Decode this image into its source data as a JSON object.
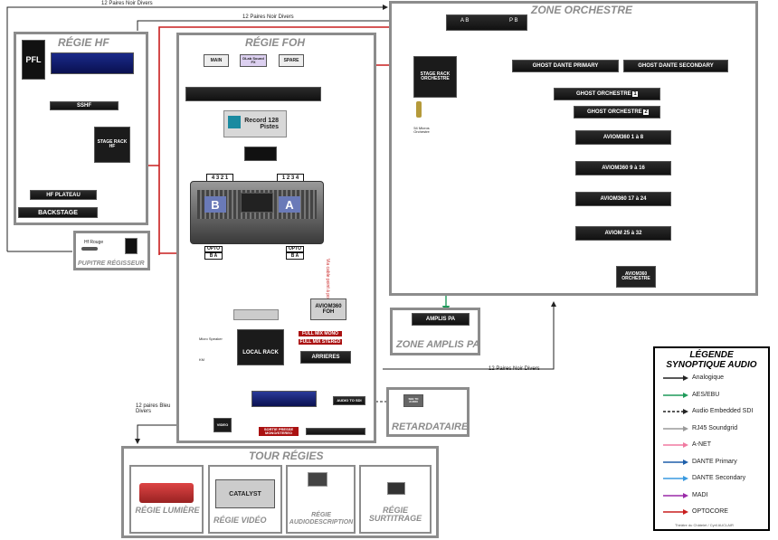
{
  "wires": {
    "top_divers": "12 Paires Noir Divers",
    "top_divers_2": "12 Paires Noir Divers",
    "right_divers": "12 Paires Noir Divers",
    "left_bleu": "12 paires Bleu Divers"
  },
  "regie_hf": {
    "title": "RÉGIE HF",
    "pfl": "PFL",
    "dev_sshf": "SSHF",
    "stage_rack": "STAGE RACK HF",
    "hf_plateau": "HF PLATEAU",
    "backstage": "BACKSTAGE"
  },
  "regie_foh": {
    "title": "RÉGIE FOH",
    "main": "MAIN",
    "dlab": "DLab Sound FX",
    "spare": "SPARE",
    "record": "Record 128 Pistes",
    "console_a": "A",
    "console_b": "B",
    "ports_left": "4 3 2 1",
    "ports_right": "1 2 3 4",
    "opto_left": "OPTO",
    "opto_right": "OPTO",
    "ab_left": "B A",
    "ab_right": "B A",
    "point_a_point": "Via cable point à point",
    "aviom_foh": "AVIOM360 FOH",
    "full_mix_mono": "FULL MIX MONO",
    "full_mix_stereo": "FULL MIX STEREO",
    "micro_speaker": "Micro Speaker",
    "km": "KM",
    "local_rack": "LOCAL RACK",
    "arrieres": "ARRIERES",
    "audio_sdi": "AUDIO TO SDI",
    "video": "VIDEO",
    "sortie_presse": "SORTIE PRESSE MONO/STEREO"
  },
  "pupitre": {
    "title": "PUPITRE RÉGISSEUR",
    "hf_rouge": "Hf Rouge"
  },
  "zone_orchestre": {
    "title": "ZONE ORCHESTRE",
    "ab": "A B",
    "pb": "P B",
    "stage_rack": "STAGE RACK ORCHESTRE",
    "micros": "54 Micros Orchestre",
    "ghost_primary": "GHOST DANTE PRIMARY",
    "ghost_secondary": "GHOST DANTE SECONDARY",
    "ghost_orch1": "GHOST ORCHESTRE",
    "ghost_orch1_num": "1",
    "ghost_orch2": "GHOST ORCHESTRE",
    "ghost_orch2_num": "2",
    "aviom1": "AVIOM360 1 à 8",
    "aviom2": "AVIOM360 9 à 16",
    "aviom3": "AVIOM360 17 à 24",
    "aviom4": "AVIOM 25 à 32",
    "aviom_orch": "AVIOM360 ORCHESTRE"
  },
  "zone_amplis": {
    "title": "ZONE AMPLIS PA",
    "amplis": "AMPLIS PA"
  },
  "retardataire": {
    "title": "RETARDATAIRE",
    "device": "SEE TO AUDIO"
  },
  "tour": {
    "title": "TOUR RÉGIES",
    "lumiere": "RÉGIE LUMIÈRE",
    "video": "RÉGIE VIDÉO",
    "catalyst": "CATALYST",
    "audiodesc": "RÉGIE AUDIODESCRIPTION",
    "surtitrage": "RÉGIE SURTITRAGE"
  },
  "legend": {
    "title_1": "LÉGENDE",
    "title_2": "SYNOPTIQUE AUDIO",
    "items": [
      {
        "label": "Analogique",
        "color": "#222222",
        "style": "solid"
      },
      {
        "label": "AES/EBU",
        "color": "#1e9a5a",
        "style": "solid"
      },
      {
        "label": "Audio Embedded SDI",
        "color": "#222222",
        "style": "dashed"
      },
      {
        "label": "RJ45 Soundgrid",
        "color": "#9a9a9a",
        "style": "solid"
      },
      {
        "label": "A-NET",
        "color": "#f07aa0",
        "style": "solid"
      },
      {
        "label": "DANTE Primary",
        "color": "#1e5faa",
        "style": "solid"
      },
      {
        "label": "DANTE Secondary",
        "color": "#3a9ae0",
        "style": "solid"
      },
      {
        "label": "MADI",
        "color": "#9a2aa8",
        "style": "solid"
      },
      {
        "label": "OPTOCORE",
        "color": "#c81e1e",
        "style": "solid"
      }
    ],
    "credit": "Théâtre du Châtelet / Cyril AUCLAIR"
  }
}
